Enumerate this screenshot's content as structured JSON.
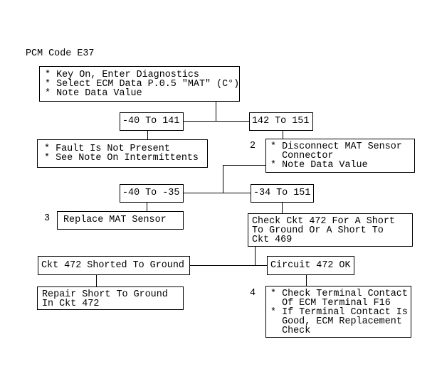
{
  "title": "PCM Code E37",
  "colors": {
    "line": "#000000",
    "text": "#000000",
    "background": "#ffffff"
  },
  "nodes": {
    "step1": {
      "lines": [
        "* Key On, Enter Diagnostics",
        "* Select ECM Data P.0.5 \"MAT\" (C°)",
        "* Note Data Value"
      ]
    },
    "range_neg40_to_141": {
      "label": "-40 To 141"
    },
    "range_142_to_151": {
      "label": "142 To 151"
    },
    "fault_not_present": {
      "lines": [
        "* Fault Is Not Present",
        "* See Note On Intermittents"
      ]
    },
    "step2": {
      "number": "2",
      "lines": [
        "* Disconnect MAT Sensor",
        "  Connector",
        "* Note Data Value"
      ]
    },
    "range_neg40_to_neg35": {
      "label": "-40 To -35"
    },
    "range_neg34_to_151": {
      "label": "-34 To 151"
    },
    "step3": {
      "number": "3",
      "label": "Replace MAT Sensor"
    },
    "check_ckt_472": {
      "lines": [
        "Check Ckt 472 For A Short",
        "To Ground Or A Short To",
        "Ckt 469"
      ]
    },
    "ckt_472_shorted_to_ground": {
      "label": "Ckt 472 Shorted To Ground"
    },
    "circuit_472_ok": {
      "label": "Circuit 472 OK"
    },
    "repair_short": {
      "lines": [
        "Repair Short To Ground",
        "In Ckt 472"
      ]
    },
    "step4": {
      "number": "4",
      "lines": [
        "* Check Terminal Contact",
        "  Of ECM Terminal F16",
        "* If Terminal Contact Is",
        "  Good, ECM Replacement",
        "  Check"
      ]
    }
  }
}
